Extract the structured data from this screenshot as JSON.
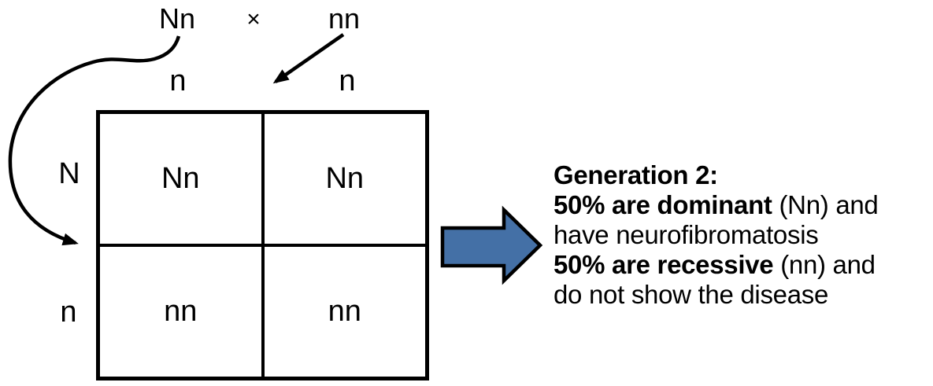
{
  "diagram": {
    "title_cross": {
      "parent1": "Nn",
      "cross_symbol": "×",
      "parent2": "nn"
    },
    "punnett_square": {
      "col_headers": [
        "n",
        "n"
      ],
      "row_headers": [
        "N",
        "n"
      ],
      "cells": [
        "Nn",
        "Nn",
        "nn",
        "nn"
      ]
    },
    "icons": {
      "curved_arrow": "curved-arrow",
      "diagonal_arrow": "diagonal-arrow",
      "block_arrow": "right-block-arrow"
    }
  },
  "caption": {
    "line1_bold": "Generation 2:",
    "line2_bold": "50% are dominant",
    "line2_rest": " (Nn) and",
    "line3": "have neurofibromatosis",
    "line4_bold": "50% are recessive",
    "line4_rest": " (nn) and",
    "line5": "do not show the disease"
  },
  "colors": {
    "block_arrow_fill": "#4470A6",
    "line_color": "#000000"
  }
}
